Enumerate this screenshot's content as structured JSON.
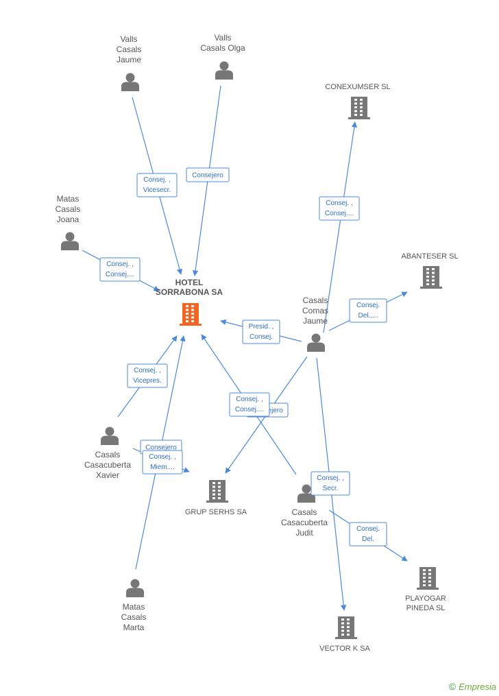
{
  "colors": {
    "edge": "#4a8ad8",
    "person": "#777777",
    "company": "#777777",
    "main": "#f26522"
  },
  "nodes": [
    {
      "id": "hotel",
      "type": "main",
      "label": [
        "HOTEL",
        "SORRABONA SA"
      ],
      "icon": "building-icon"
    },
    {
      "id": "valls_jaume",
      "type": "person",
      "label": [
        "Valls",
        "Casals",
        "Jaume"
      ],
      "icon": "person-icon"
    },
    {
      "id": "valls_olga",
      "type": "person",
      "label": [
        "Valls",
        "Casals Olga"
      ],
      "icon": "person-icon"
    },
    {
      "id": "matas_joana",
      "type": "person",
      "label": [
        "Matas",
        "Casals",
        "Joana"
      ],
      "icon": "person-icon"
    },
    {
      "id": "conexumser",
      "type": "company",
      "label": [
        "CONEXUMSER SL"
      ],
      "icon": "building-icon"
    },
    {
      "id": "abanteser",
      "type": "company",
      "label": [
        "ABANTESER SL"
      ],
      "icon": "building-icon"
    },
    {
      "id": "casals_comas",
      "type": "person",
      "label": [
        "Casals",
        "Comas",
        "Jaume"
      ],
      "icon": "person-icon"
    },
    {
      "id": "casals_xavier",
      "type": "person",
      "label": [
        "Casals",
        "Casacuberta",
        "Xavier"
      ],
      "icon": "person-icon"
    },
    {
      "id": "grup_serhs",
      "type": "company",
      "label": [
        "GRUP SERHS SA"
      ],
      "icon": "building-icon"
    },
    {
      "id": "casals_judit",
      "type": "person",
      "label": [
        "Casals",
        "Casacuberta",
        "Judit"
      ],
      "icon": "person-icon"
    },
    {
      "id": "playogar",
      "type": "company",
      "label": [
        "PLAYOGAR",
        "PINEDA SL"
      ],
      "icon": "building-icon"
    },
    {
      "id": "matas_marta",
      "type": "person",
      "label": [
        "Matas",
        "Casals",
        "Marta"
      ],
      "icon": "person-icon"
    },
    {
      "id": "vector_k",
      "type": "company",
      "label": [
        "VECTOR K SA"
      ],
      "icon": "building-icon"
    }
  ],
  "edges": [
    {
      "from": "valls_jaume",
      "to": "hotel",
      "label": [
        "Consej. ,",
        "Vicesecr."
      ]
    },
    {
      "from": "valls_olga",
      "to": "hotel",
      "label": [
        "Consejero"
      ]
    },
    {
      "from": "matas_joana",
      "to": "hotel",
      "label": [
        "Consej. ,",
        "Consej...."
      ]
    },
    {
      "from": "casals_comas",
      "to": "conexumser",
      "label": [
        "Consej. ,",
        "Consej...."
      ]
    },
    {
      "from": "casals_comas",
      "to": "abanteser",
      "label": [
        "Consej.",
        "Del.,..."
      ]
    },
    {
      "from": "casals_comas",
      "to": "hotel",
      "label": [
        "Presid. ,",
        "Consej."
      ]
    },
    {
      "from": "casals_xavier",
      "to": "hotel",
      "label": [
        "Consej. ,",
        "Vicepres."
      ]
    },
    {
      "from": "casals_judit",
      "to": "hotel",
      "label": [
        "Consejero"
      ]
    },
    {
      "from": "casals_comas",
      "to": "grup_serhs",
      "label": [
        "Consej. ,",
        "Consej...."
      ]
    },
    {
      "from": "matas_marta",
      "to": "hotel",
      "label": [
        "Consejero"
      ]
    },
    {
      "from": "casals_xavier",
      "to": "grup_serhs",
      "label": [
        "Consej. ,",
        "Miem...."
      ]
    },
    {
      "from": "casals_comas",
      "to": "vector_k",
      "label": [
        "Consej. ,",
        "Secr."
      ]
    },
    {
      "from": "casals_judit",
      "to": "playogar",
      "label": [
        "Consej.",
        "Del."
      ]
    }
  ],
  "footer": {
    "copyright": "©",
    "brand": "Empresia"
  }
}
